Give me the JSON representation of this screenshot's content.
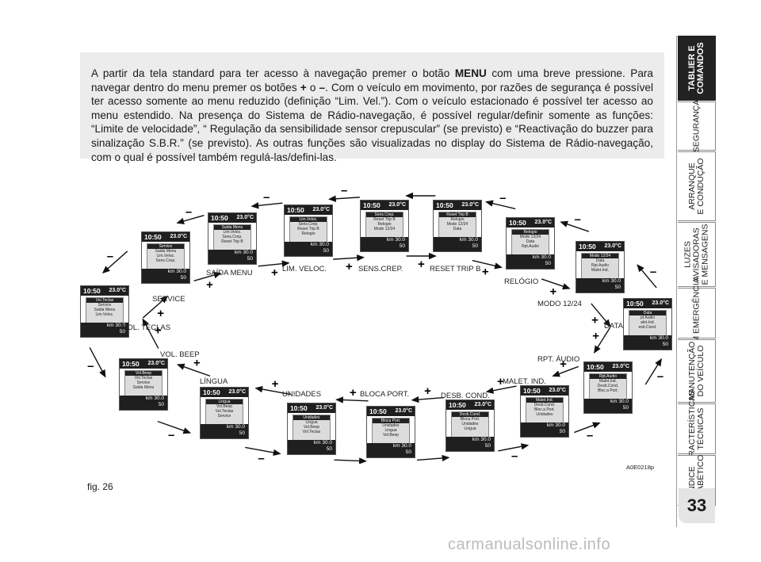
{
  "intro": {
    "t1": "A partir da tela standard para ter acesso à navegação premer o botão ",
    "menu": "MENU",
    "t2": " com uma breve pressione. Para navegar dentro do menu premer os botões ",
    "plus": "+",
    "o": " o ",
    "minus": "–",
    "t3": ". Com o veículo em movimento, por razões de segurança é possível ter acesso somente ao menu reduzido (definição “Lim. Vel.”). Com o veículo estacionado é possível ter acesso ao menu estendido. Na presença do Sistema de Rádio-navegação, é possível regular/definir somente as funções: “Limite de velocidade”, “ Regulação da sensibilidade sensor crepuscular” (se previsto) e “Reactivação do buzzer para sinalização S.B.R.” (se previsto). As outras funções são visualizadas no display do Sistema de Rádio-navegação, com o qual é possível também regulá-las/defini-las."
  },
  "tabs": [
    {
      "label": "TABLIER E\nCOMANDOS",
      "active": true
    },
    {
      "label": "SEGURANÇA",
      "active": false
    },
    {
      "label": "ARRANQUE\nE CONDUÇÃO",
      "active": false
    },
    {
      "label": "LUZES\nAVISADORAS\nE MENSAGENS",
      "active": false
    },
    {
      "label": "EM EMERGÊNCIA",
      "active": false
    },
    {
      "label": "MANUTENÇÃO\nDO VEÍCULO",
      "active": false
    },
    {
      "label": "CARACTERÍSTICAS\nTÉCNICAS",
      "active": false
    },
    {
      "label": "ÍNDICE\nALFABÉTICO",
      "active": false
    }
  ],
  "page_number": "33",
  "figure_label": "fig. 26",
  "figure_code": "A0E0218p",
  "watermark": "carmanualsonline.info",
  "screen_common": {
    "time": "10:50",
    "temp": "23.0°C",
    "km": "km  30.0",
    "trip": "50"
  },
  "screens": [
    {
      "id": "vol-teclas",
      "label": "VOL. TECLAS",
      "lines": [
        "Vol.Teclas",
        "Service",
        "Saida Menu",
        "Lim.Veloc."
      ]
    },
    {
      "id": "service",
      "label": "SERVICE",
      "lines": [
        "Service",
        "Saida Menu",
        "Lim.Veloc.",
        "Sens.Crep."
      ]
    },
    {
      "id": "saida-menu",
      "label": "SAÍDA MENU",
      "lines": [
        "Saida Menu",
        "Lim.Veloc.",
        "Sens.Crep.",
        "Reset Trip B"
      ]
    },
    {
      "id": "lim-veloc",
      "label": "LIM. VELOC.",
      "lines": [
        "Lim.Veloc.",
        "Sens.Crep.",
        "Reset Trip B",
        "Relogio"
      ]
    },
    {
      "id": "sens-crep",
      "label": "SENS.CREP.",
      "lines": [
        "Sens.Crep.",
        "Reset Trip B",
        "Relogio",
        "Modo 12/24"
      ]
    },
    {
      "id": "reset-trip-b",
      "label": "RESET TRIP B",
      "lines": [
        "Reset Trip B",
        "Relogio",
        "Modo 12/24",
        "Data"
      ]
    },
    {
      "id": "relogio",
      "label": "RELÓGIO",
      "lines": [
        "Relogio",
        "Modo 12/24",
        "Data",
        "Rpt.Audio"
      ]
    },
    {
      "id": "modo-12-24",
      "label": "MODO 12/24",
      "lines": [
        "Modo 12/24",
        "Data",
        "Rpt.Audio",
        "Malet.Ind."
      ]
    },
    {
      "id": "data",
      "label": "DATA",
      "lines": [
        "Data",
        "pt.Audio",
        "alet.Ind.",
        "esb.Cond."
      ]
    },
    {
      "id": "rpt-audio",
      "label": "RPT. ÁUDIO",
      "lines": [
        "Rpt.Audio",
        "Malet.Ind.",
        "Desb.Cond.",
        "Bloc.a Port."
      ]
    },
    {
      "id": "malet-ind",
      "label": "MALET.   IND.",
      "lines": [
        "Malet.Ind.",
        "Desb.Cond.",
        "Bloc.a Port.",
        "Unidades"
      ]
    },
    {
      "id": "desb-cond",
      "label": "DESB. COND.",
      "lines": [
        "Desb.Cond.",
        "Bloca Port.",
        "Unidades",
        "Lingua"
      ]
    },
    {
      "id": "bloca-port",
      "label": "BLOCA PORT.",
      "lines": [
        "Bloca Port.",
        "Unidades",
        "Lingua",
        "Vol.Beep"
      ]
    },
    {
      "id": "unidades",
      "label": "UNIDADES",
      "lines": [
        "Unidades",
        "Lingua",
        "Vol.Beep",
        "Vol.Teclas"
      ]
    },
    {
      "id": "lingua",
      "label": "LÍNGUA",
      "lines": [
        "Lingua",
        "Vol.Beep",
        "Vol.Teclas",
        "Service"
      ]
    },
    {
      "id": "vol-beep",
      "label": "VOL. BEEP",
      "lines": [
        "Vol.Beep",
        "Vol.Teclas",
        "Service",
        "Saida Menu"
      ]
    }
  ],
  "plus_sign": "+",
  "minus_sign": "–"
}
